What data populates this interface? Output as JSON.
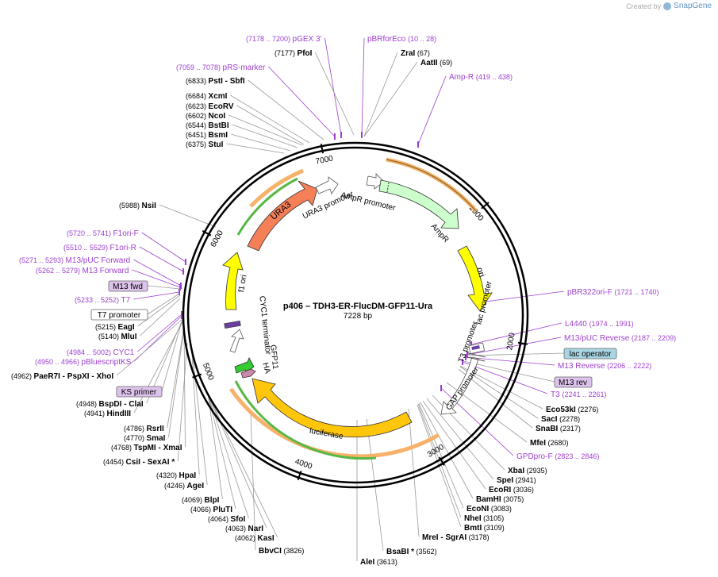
{
  "watermark": {
    "created_by": "Created by",
    "app": "SnapGene"
  },
  "plasmid": {
    "name": "p406 – TDH3-ER-FlucDM-GFP11-Ura",
    "size": "7228 bp"
  },
  "ticks": [
    "1000",
    "2000",
    "3000",
    "4000",
    "5000",
    "6000",
    "7000"
  ],
  "colors": {
    "site": "#000000",
    "primer": "#9d3fd0",
    "line": "#999999"
  },
  "primer_boxes": [
    "M13 fwd",
    "KS primer",
    "M13 rev"
  ],
  "promoter_box": "T7 promoter",
  "operator_box": "lac operator",
  "labels": [
    {
      "t": "primer",
      "name": "pGEX 3'",
      "pos": "(7178 .. 7200)",
      "side": "L"
    },
    {
      "t": "primer",
      "name": "pBRforEco",
      "pos": "(10 .. 28)",
      "side": "R"
    },
    {
      "t": "site",
      "name": "PfoI",
      "pos": "(7177)",
      "side": "L"
    },
    {
      "t": "site",
      "name": "ZraI",
      "pos": "(67)",
      "side": "R"
    },
    {
      "t": "site",
      "name": "AatII",
      "pos": "(69)",
      "side": "R"
    },
    {
      "t": "primer",
      "name": "Amp-R",
      "pos": "(419 .. 438)",
      "side": "R"
    },
    {
      "t": "primer",
      "name": "pRS-marker",
      "pos": "(7059 .. 7078)",
      "side": "L"
    },
    {
      "t": "site",
      "name": "PstI",
      "name2": "- SbfI",
      "pos": "(6833)",
      "side": "L"
    },
    {
      "t": "site",
      "name": "XcmI",
      "pos": "(6684)",
      "side": "L"
    },
    {
      "t": "site",
      "name": "EcoRV",
      "pos": "(6623)",
      "side": "L"
    },
    {
      "t": "site",
      "name": "NcoI",
      "pos": "(6602)",
      "side": "L"
    },
    {
      "t": "site",
      "name": "BstBI",
      "pos": "(6544)",
      "side": "L"
    },
    {
      "t": "site",
      "name": "BsmI",
      "pos": "(6451)",
      "side": "L"
    },
    {
      "t": "site",
      "name": "StuI",
      "pos": "(6375)",
      "side": "L"
    },
    {
      "t": "site",
      "name": "NsiI",
      "pos": "(5988)",
      "side": "L"
    },
    {
      "t": "primer",
      "name": "F1ori-F",
      "pos": "(5720 .. 5741)",
      "side": "L"
    },
    {
      "t": "primer",
      "name": "F1ori-R",
      "pos": "(5510 .. 5529)",
      "side": "L"
    },
    {
      "t": "primer",
      "name": "M13/pUC Forward",
      "pos": "(5271 .. 5293)",
      "side": "L"
    },
    {
      "t": "primer",
      "name": "M13 Forward",
      "pos": "(5262 .. 5279)",
      "side": "L"
    },
    {
      "t": "primer",
      "name": "T7",
      "pos": "(5233 .. 5252)",
      "side": "L"
    },
    {
      "t": "site",
      "name": "EagI",
      "pos": "(5215)",
      "side": "L"
    },
    {
      "t": "site",
      "name": "MluI",
      "pos": "(5140)",
      "side": "L"
    },
    {
      "t": "primer",
      "name": "CYC1",
      "pos": "(4984 .. 5002)",
      "side": "L"
    },
    {
      "t": "primer",
      "name": "pBluescriptKS",
      "pos": "(4950 .. 4966)",
      "side": "L"
    },
    {
      "t": "site",
      "name": "PaeR7I",
      "name2": "- PspXI   - XhoI",
      "pos": "(4962)",
      "side": "L"
    },
    {
      "t": "site",
      "name": "BspDI",
      "name2": "- ClaI",
      "pos": "(4948)",
      "side": "L"
    },
    {
      "t": "site",
      "name": "HindIII",
      "pos": "(4941)",
      "side": "L"
    },
    {
      "t": "site",
      "name": "RsrII",
      "pos": "(4786)",
      "side": "L"
    },
    {
      "t": "site",
      "name": "SmaI",
      "pos": "(4770)",
      "side": "L"
    },
    {
      "t": "site",
      "name": "TspMI",
      "name2": "- XmaI",
      "pos": "(4768)",
      "side": "L"
    },
    {
      "t": "site",
      "name": "CsiI",
      "name2": "- SexAI *",
      "pos": "(4454)",
      "side": "L"
    },
    {
      "t": "site",
      "name": "HpaI",
      "pos": "(4320)",
      "side": "L"
    },
    {
      "t": "site",
      "name": "AgeI",
      "pos": "(4246)",
      "side": "L"
    },
    {
      "t": "site",
      "name": "BlpI",
      "pos": "(4069)",
      "side": "L"
    },
    {
      "t": "site",
      "name": "PluTI",
      "pos": "(4066)",
      "side": "L"
    },
    {
      "t": "site",
      "name": "SfoI",
      "pos": "(4064)",
      "side": "L"
    },
    {
      "t": "site",
      "name": "NarI",
      "pos": "(4063)",
      "side": "L"
    },
    {
      "t": "site",
      "name": "KasI",
      "pos": "(4062)",
      "side": "L"
    },
    {
      "t": "site",
      "name": "BbvCI",
      "pos": "(3826)",
      "side": "R"
    },
    {
      "t": "site",
      "name": "AleI",
      "pos": "(3613)",
      "side": "R"
    },
    {
      "t": "site",
      "name": "BsaBI *",
      "pos": "(3562)",
      "side": "R"
    },
    {
      "t": "site",
      "name": "MreI",
      "name2": "- SgrAI",
      "pos": "(3178)",
      "side": "R"
    },
    {
      "t": "site",
      "name": "BmtI",
      "pos": "(3109)",
      "side": "R"
    },
    {
      "t": "site",
      "name": "NheI",
      "pos": "(3105)",
      "side": "R"
    },
    {
      "t": "site",
      "name": "EcoNI",
      "pos": "(3083)",
      "side": "R"
    },
    {
      "t": "site",
      "name": "BamHI",
      "pos": "(3075)",
      "side": "R"
    },
    {
      "t": "site",
      "name": "EcoRI",
      "pos": "(3036)",
      "side": "R"
    },
    {
      "t": "site",
      "name": "SpeI",
      "pos": "(2941)",
      "side": "R"
    },
    {
      "t": "site",
      "name": "XbaI",
      "pos": "(2935)",
      "side": "R"
    },
    {
      "t": "primer",
      "name": "GPDpro-F",
      "pos": "(2823 .. 2846)",
      "side": "R"
    },
    {
      "t": "site",
      "name": "MfeI",
      "pos": "(2680)",
      "side": "R"
    },
    {
      "t": "site",
      "name": "SnaBI",
      "pos": "(2317)",
      "side": "R"
    },
    {
      "t": "site",
      "name": "SacI",
      "pos": "(2278)",
      "side": "R"
    },
    {
      "t": "site",
      "name": "Eco53kI",
      "pos": "(2276)",
      "side": "R"
    },
    {
      "t": "primer",
      "name": "T3",
      "pos": "(2241 .. 2261)",
      "side": "R"
    },
    {
      "t": "primer",
      "name": "M13 Reverse",
      "pos": "(2206 .. 2222)",
      "side": "R"
    },
    {
      "t": "primer",
      "name": "M13/pUC Reverse",
      "pos": "(2187 .. 2209)",
      "side": "R"
    },
    {
      "t": "primer",
      "name": "L4440",
      "pos": "(1974 .. 1991)",
      "side": "R"
    },
    {
      "t": "primer",
      "name": "pBR322ori-F",
      "pos": "(1721 .. 1740)",
      "side": "R"
    }
  ],
  "features": [
    {
      "key": "ura3",
      "label": "URA3",
      "color": "#f57f56"
    },
    {
      "key": "ampr",
      "label": "AmpR",
      "color": "#ccffcc"
    },
    {
      "key": "ori",
      "label": "ori",
      "color": "#ffff00"
    },
    {
      "key": "f1ori",
      "label": "f1 ori",
      "color": "#ffff00"
    },
    {
      "key": "luciferase",
      "label": "luciferase",
      "color": "#ffc60b"
    },
    {
      "key": "gfp11",
      "label": "GFP11",
      "color": "#33cc33"
    },
    {
      "key": "ha",
      "label": "HA",
      "color": "#cc88aa"
    }
  ],
  "promoter_labels": [
    "URA3 promoter",
    "AmpR promoter",
    "lac promoter",
    "T3 promoter",
    "GAP promoter",
    "CYC1 terminator"
  ]
}
